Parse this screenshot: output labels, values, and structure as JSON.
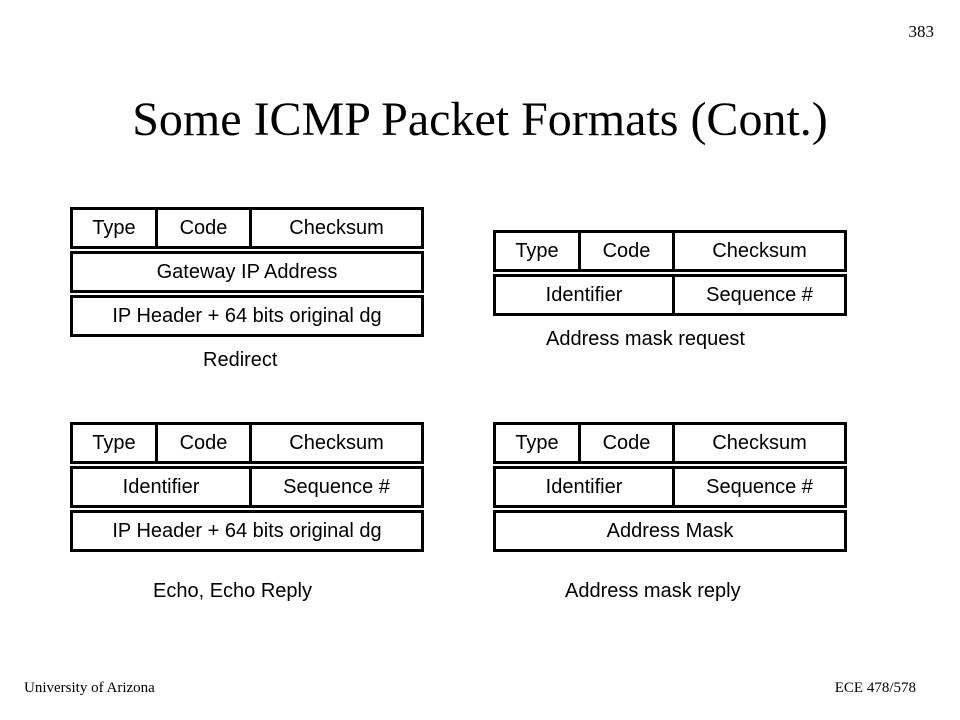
{
  "slide": {
    "page_number": "383",
    "title": "Some ICMP Packet Formats (Cont.)",
    "footer_left": "University of Arizona",
    "footer_right": "ECE 478/578"
  },
  "packets": {
    "redirect": {
      "caption": "Redirect",
      "type": "Type",
      "code": "Code",
      "checksum": "Checksum",
      "row2": "Gateway IP Address",
      "row3": "IP Header + 64 bits original dg"
    },
    "mask_request": {
      "caption": "Address mask request",
      "type": "Type",
      "code": "Code",
      "checksum": "Checksum",
      "identifier": "Identifier",
      "sequence": "Sequence #"
    },
    "echo": {
      "caption": "Echo, Echo Reply",
      "type": "Type",
      "code": "Code",
      "checksum": "Checksum",
      "identifier": "Identifier",
      "sequence": "Sequence #",
      "row3": "IP Header + 64 bits original dg"
    },
    "mask_reply": {
      "caption": "Address mask reply",
      "type": "Type",
      "code": "Code",
      "checksum": "Checksum",
      "identifier": "Identifier",
      "sequence": "Sequence #",
      "row3": "Address Mask"
    }
  }
}
